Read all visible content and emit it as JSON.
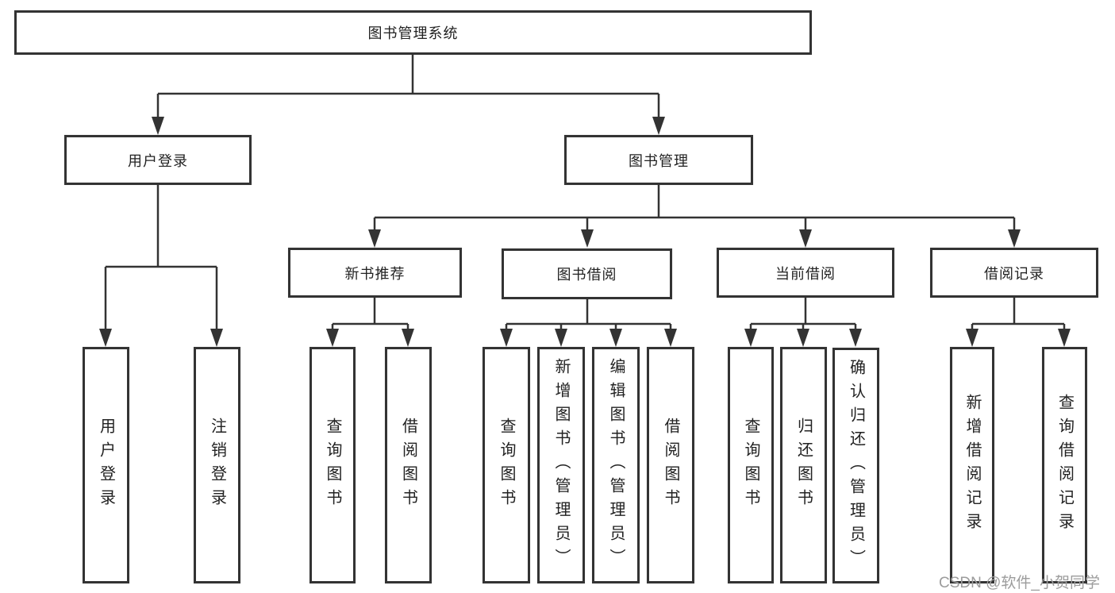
{
  "diagram": {
    "type": "tree",
    "nodes": {
      "root": {
        "label": "图书管理系统",
        "parent": null
      },
      "user_login": {
        "label": "用户登录",
        "parent": "root"
      },
      "book_mgmt": {
        "label": "图书管理",
        "parent": "root"
      },
      "new_book_rec": {
        "label": "新书推荐",
        "parent": "book_mgmt"
      },
      "book_borrow": {
        "label": "图书借阅",
        "parent": "book_mgmt"
      },
      "current_borrow": {
        "label": "当前借阅",
        "parent": "book_mgmt"
      },
      "borrow_record": {
        "label": "借阅记录",
        "parent": "book_mgmt"
      },
      "ul_user_login": {
        "label": "用户登录",
        "parent": "user_login"
      },
      "ul_logout": {
        "label": "注销登录",
        "parent": "user_login"
      },
      "nb_query_book": {
        "label": "查询图书",
        "parent": "new_book_rec"
      },
      "nb_borrow_book": {
        "label": "借阅图书",
        "parent": "new_book_rec"
      },
      "bb_query_book": {
        "label": "查询图书",
        "parent": "book_borrow"
      },
      "bb_add_book": {
        "label": "新增图书（管理员）",
        "parent": "book_borrow"
      },
      "bb_edit_book": {
        "label": "编辑图书（管理员）",
        "parent": "book_borrow"
      },
      "bb_borrow_book": {
        "label": "借阅图书",
        "parent": "book_borrow"
      },
      "cb_query_book": {
        "label": "查询图书",
        "parent": "current_borrow"
      },
      "cb_return_book": {
        "label": "归还图书",
        "parent": "current_borrow"
      },
      "cb_confirm_return": {
        "label": "确认归还（管理员）",
        "parent": "current_borrow"
      },
      "br_add_record": {
        "label": "新增借阅记录",
        "parent": "borrow_record"
      },
      "br_query_record": {
        "label": "查询借阅记录",
        "parent": "borrow_record"
      }
    },
    "colors": {
      "line": "#333333",
      "box_border": "#333333",
      "box_fill": "#ffffff",
      "text": "#222222",
      "background": "#ffffff",
      "watermark": "#9c9c9c"
    }
  },
  "watermark": {
    "text": "CSDN @软件_小贺同学"
  }
}
